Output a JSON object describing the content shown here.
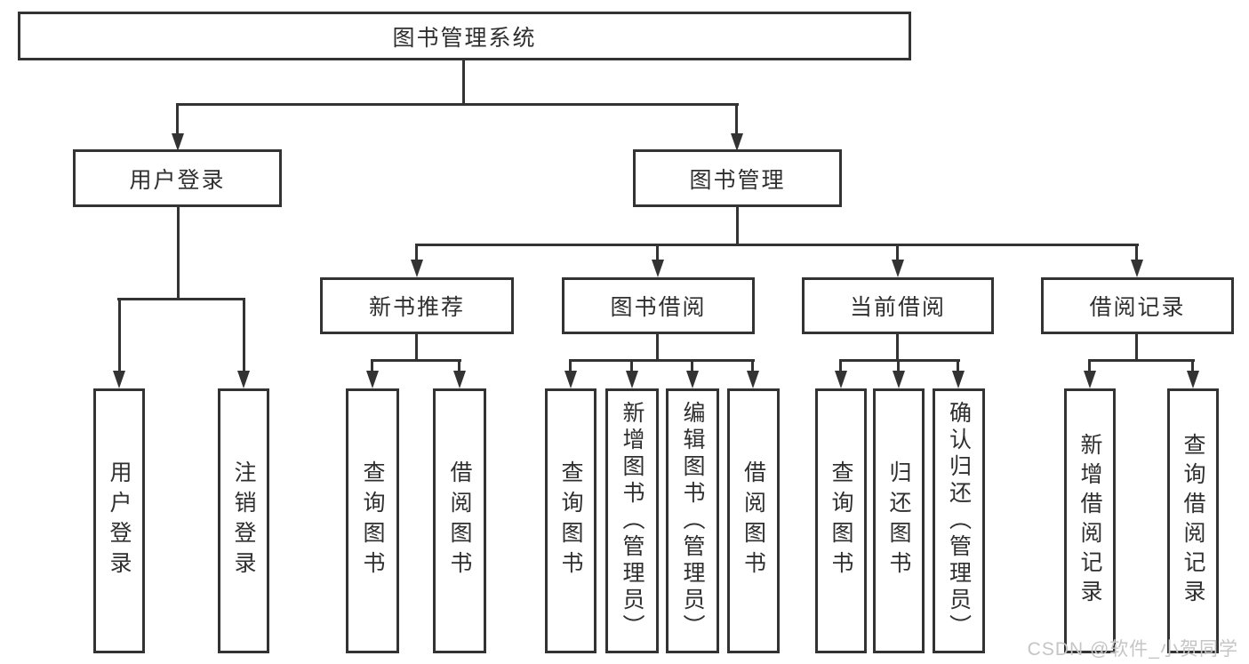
{
  "tree": {
    "label": "图书管理系统",
    "children": [
      {
        "label": "用户登录",
        "children": [
          {
            "label": "用户登录"
          },
          {
            "label": "注销登录"
          }
        ]
      },
      {
        "label": "图书管理",
        "children": [
          {
            "label": "新书推荐",
            "children": [
              {
                "label": "查询图书"
              },
              {
                "label": "借阅图书"
              }
            ]
          },
          {
            "label": "图书借阅",
            "children": [
              {
                "label": "查询图书"
              },
              {
                "label": "新增图书（管理员）"
              },
              {
                "label": "编辑图书（管理员）"
              },
              {
                "label": "借阅图书"
              }
            ]
          },
          {
            "label": "当前借阅",
            "children": [
              {
                "label": "查询图书"
              },
              {
                "label": "归还图书"
              },
              {
                "label": "确认归还（管理员）"
              }
            ]
          },
          {
            "label": "借阅记录",
            "children": [
              {
                "label": "新增借阅记录"
              },
              {
                "label": "查询借阅记录"
              }
            ]
          }
        ]
      }
    ]
  },
  "watermark": "CSDN @软件_小贺同学",
  "colors": {
    "line": "#333333",
    "text": "#2f2f2f",
    "watermark": "#c5c5c5",
    "background": "#ffffff"
  }
}
